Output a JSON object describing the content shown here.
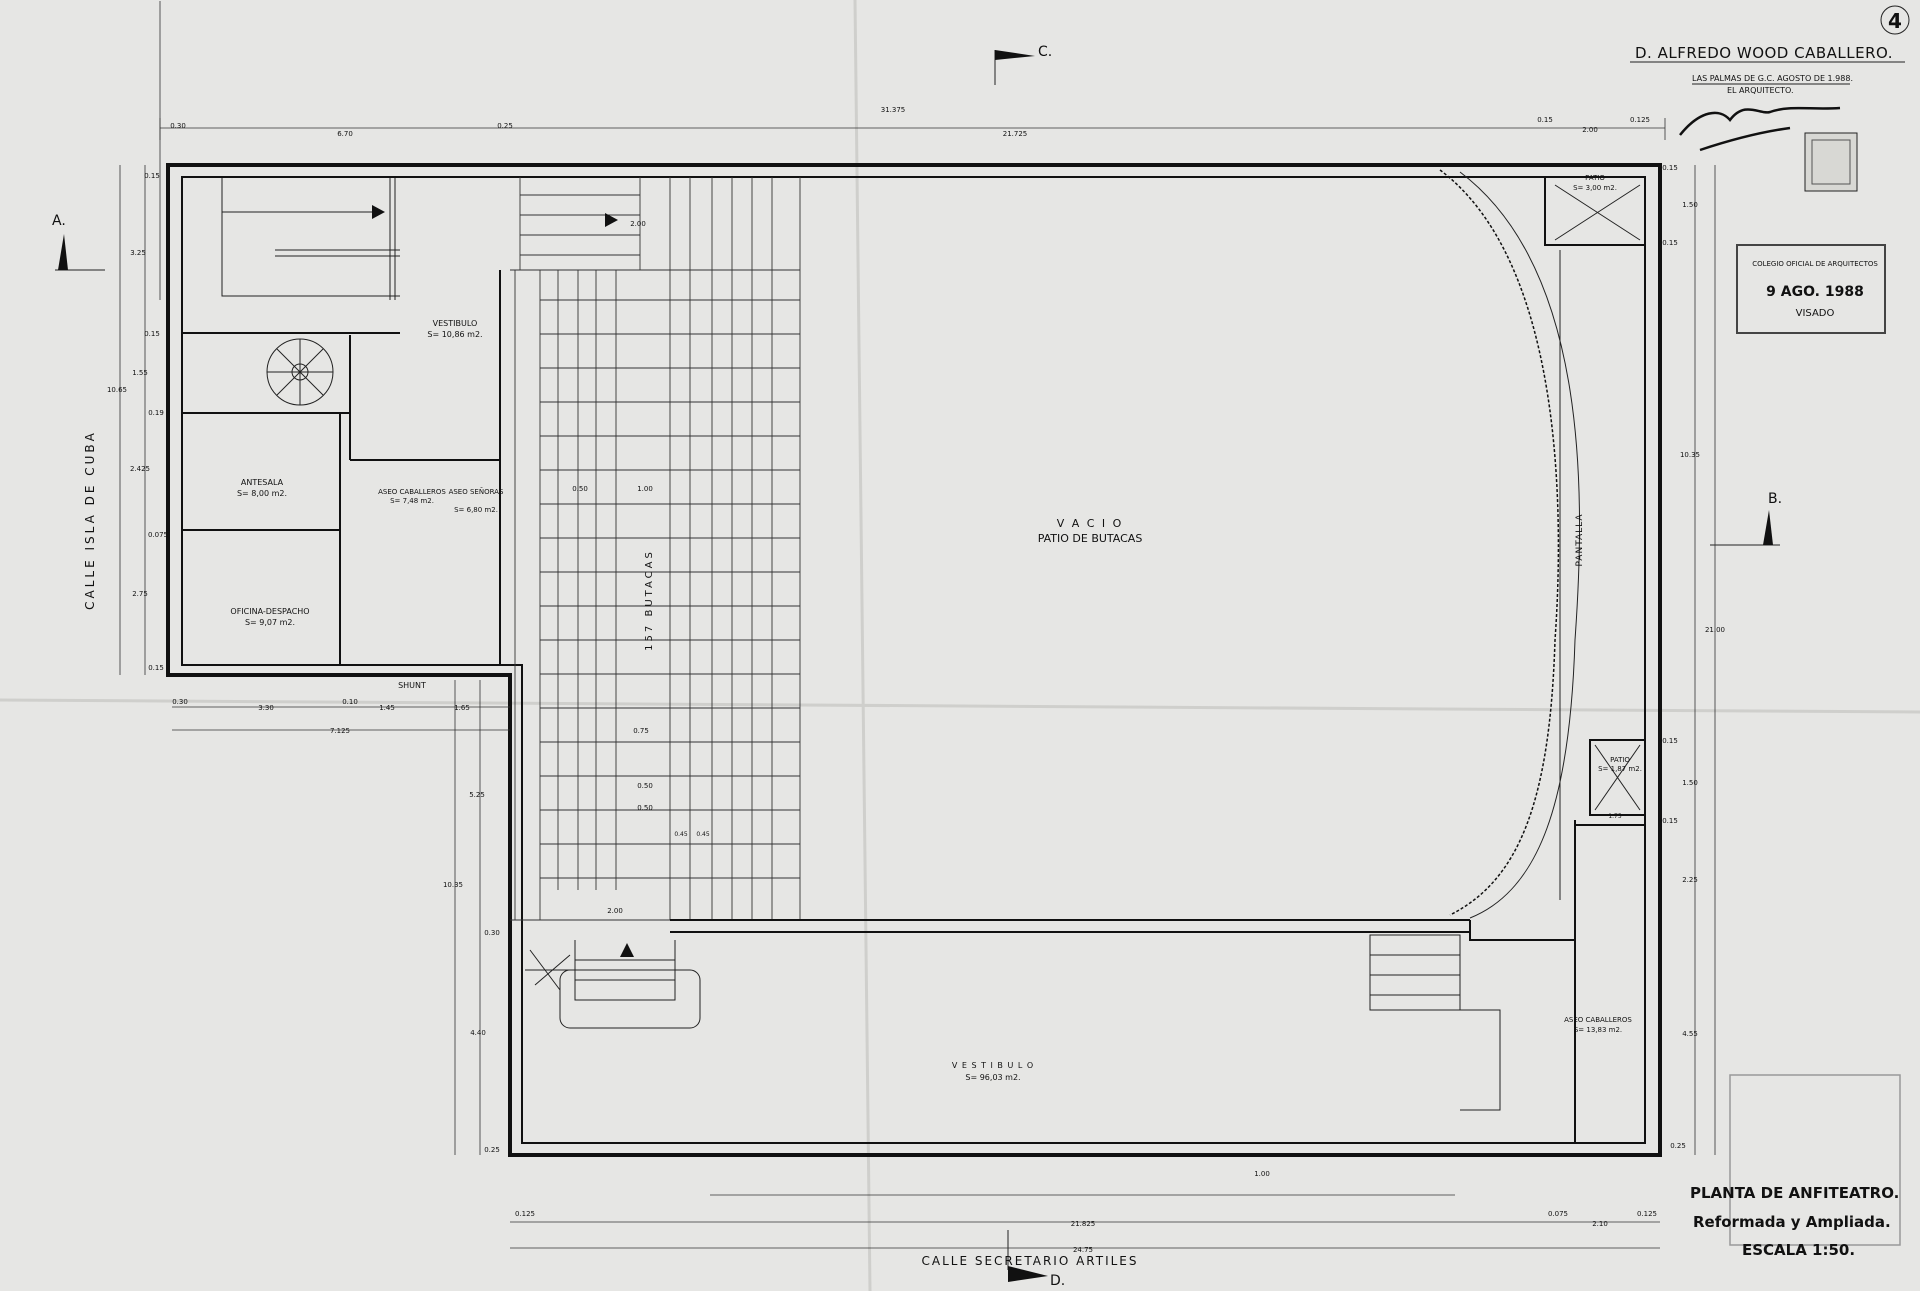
{
  "sheet_number": "4",
  "title_block": {
    "author": "D. ALFREDO WOOD CABALLERO.",
    "place_date": "LAS PALMAS DE G.C. AGOSTO DE 1.988.",
    "role": "EL ARQUITECTO.",
    "stamp_date": "9 AGO. 1988",
    "stamp_text": "COLEGIO OFICIAL DE ARQUITECTOS",
    "stamp_visa": "VISADO"
  },
  "plan_title": {
    "line1": "PLANTA DE ANFITEATRO.",
    "line2": "Reformada y Ampliada.",
    "line3": "ESCALA 1:50."
  },
  "streets": {
    "left": "CALLE ISLA DE CUBA",
    "bottom": "CALLE SECRETARIO ARTILES"
  },
  "section_marks": {
    "a": "A.",
    "b": "B.",
    "c": "C.",
    "d": "D."
  },
  "rooms": {
    "vestibulo_top": {
      "name": "VESTIBULO",
      "area": "S= 10,86 m2."
    },
    "antesala": {
      "name": "ANTESALA",
      "area": "S= 8,00 m2."
    },
    "oficina": {
      "name": "OFICINA-DESPACHO",
      "area": "S= 9,07 m2."
    },
    "aseo_caballeros": {
      "name": "ASEO CABALLEROS",
      "area": "S= 7,48 m2."
    },
    "aseo_senoras": {
      "name": "ASEO SEÑORAS",
      "area": "S= 6,80 m2."
    },
    "shunt": "SHUNT",
    "seats": "157 BUTACAS",
    "void": {
      "line1": "V A C I O",
      "line2": "PATIO DE BUTACAS"
    },
    "pantalla": "PANTALLA",
    "patio_top": {
      "name": "PATIO",
      "area": "S= 3,00 m2."
    },
    "patio_mid": {
      "name": "PATIO",
      "area": "S= 1,87 m2."
    },
    "aseo_caballeros_2": {
      "name": "ASEO CABALLEROS",
      "area": "S= 13,83 m2."
    },
    "vestibulo_bottom": {
      "name": "V E S T I B U L O",
      "area": "S= 96,03 m2."
    }
  },
  "dimensions": {
    "top_total": "31.375",
    "top_030": "0.30",
    "top_670": "6.70",
    "top_025": "0.25",
    "top_21725": "21.725",
    "top_015": "0.15",
    "top_200": "2.00",
    "top_0125": "0.125",
    "left_015a": "0.15",
    "left_325": "3.25",
    "left_015b": "0.15",
    "left_155": "1.55",
    "left_1065": "10.65",
    "left_019": "0.19",
    "left_2425": "2.425",
    "left_0075": "0.075",
    "left_275": "2.75",
    "left_015c": "0.15",
    "mid_030": "0.30",
    "mid_330": "3.30",
    "mid_010": "0.10",
    "mid_145": "1.45",
    "mid_165": "1.65",
    "mid_7125": "7.125",
    "left2_525": "5.25",
    "left2_1035": "10.35",
    "left2_030": "0.30",
    "left2_440": "4.40",
    "left2_025": "0.25",
    "stair_200": "2.00",
    "aisle_050": "0.50",
    "aisle_100": "1.00",
    "row_075": "0.75",
    "row_050a": "0.50",
    "row_050b": "0.50",
    "seat_045a": "0.45",
    "seat_045b": "0.45",
    "bottom_stair_200": "2.00",
    "bottom_100": "1.00",
    "bottom_0125": "0.125",
    "bottom_21825": "21.825",
    "bottom_0075": "0.075",
    "bottom_210": "2.10",
    "bottom_0125b": "0.125",
    "bottom_total": "24.75",
    "right_015a": "0.15",
    "right_150a": "1.50",
    "right_015b": "0.15",
    "right_1035": "10.35",
    "right_2100": "21.00",
    "right_015c": "0.15",
    "right_150b": "1.50",
    "right_015d": "0.15",
    "right_225": "2.25",
    "right_455": "4.55",
    "right_025": "0.25",
    "right_175": "1.75"
  },
  "colors": {
    "paper": "#e6e6e4",
    "ink": "#111111"
  }
}
